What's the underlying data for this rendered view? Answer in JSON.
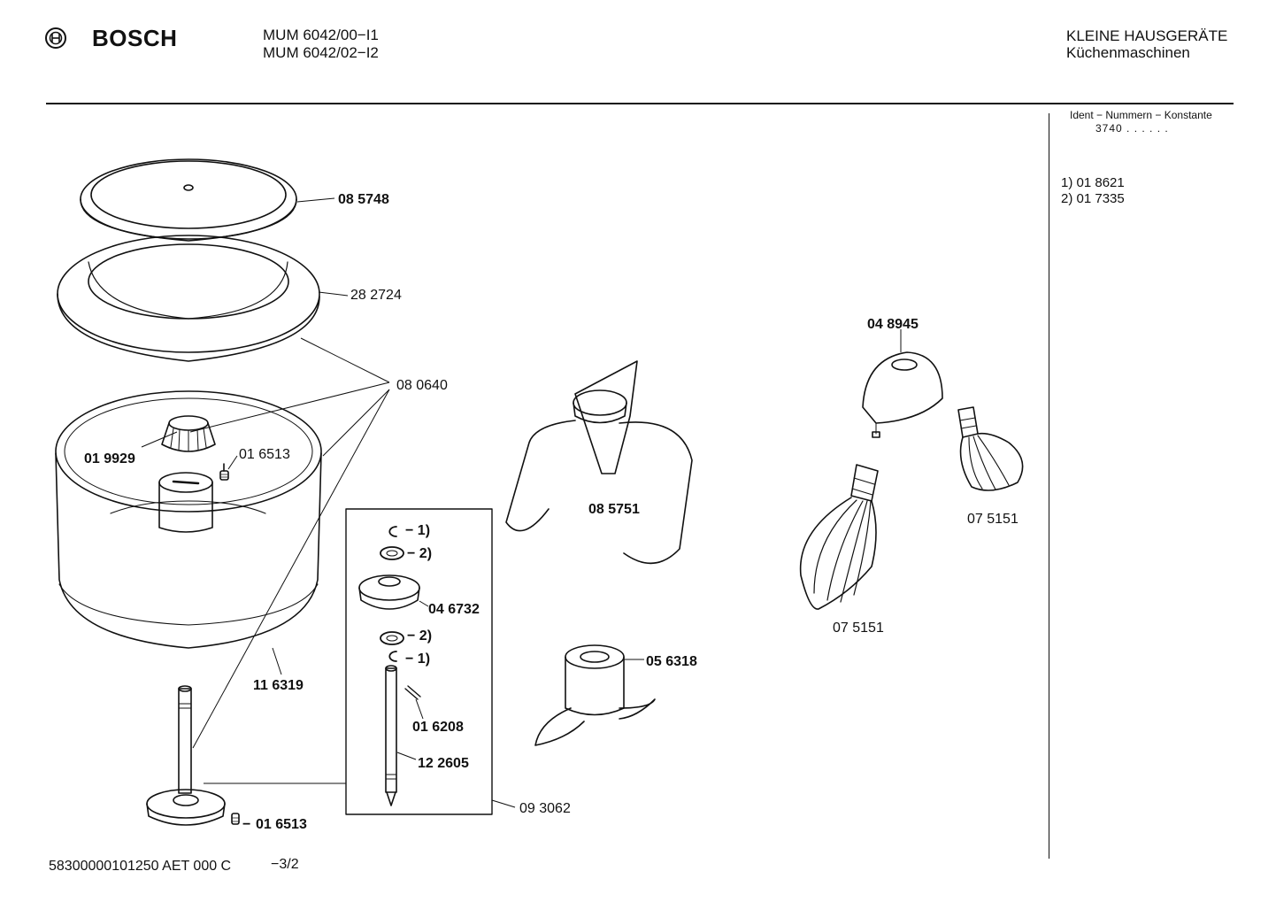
{
  "header": {
    "brand": "BOSCH",
    "models": [
      "MUM 6042/00−I1",
      "MUM 6042/02−I2"
    ],
    "category": "KLEINE HAUSGERÄTE",
    "subcategory": "Küchenmaschinen"
  },
  "sidebar": {
    "ident_heading": "Ident − Nummern − Konstante",
    "ident_constant": "3740 . . . . . .",
    "notes": [
      "1) 01 8621",
      "2) 01 7335"
    ]
  },
  "parts": {
    "p1": "08 5748",
    "p2": "28 2724",
    "p3": "08 0640",
    "p4": "01 9929",
    "p5": "01 6513",
    "p6": "11 6319",
    "p7": "01 6513",
    "p8": "− 1)",
    "p9": "− 2)",
    "p10": "04 6732",
    "p11": "− 2)",
    "p12": "− 1)",
    "p13": "01 6208",
    "p14": "12 2605",
    "p15": "09 3062",
    "p16": "08 5751",
    "p17": "05 6318",
    "p18": "04 8945",
    "p19": "07 5151",
    "p20": "07 5151"
  },
  "footer": {
    "code": "58300000101250 AET 000 C",
    "page": "−3/2"
  }
}
